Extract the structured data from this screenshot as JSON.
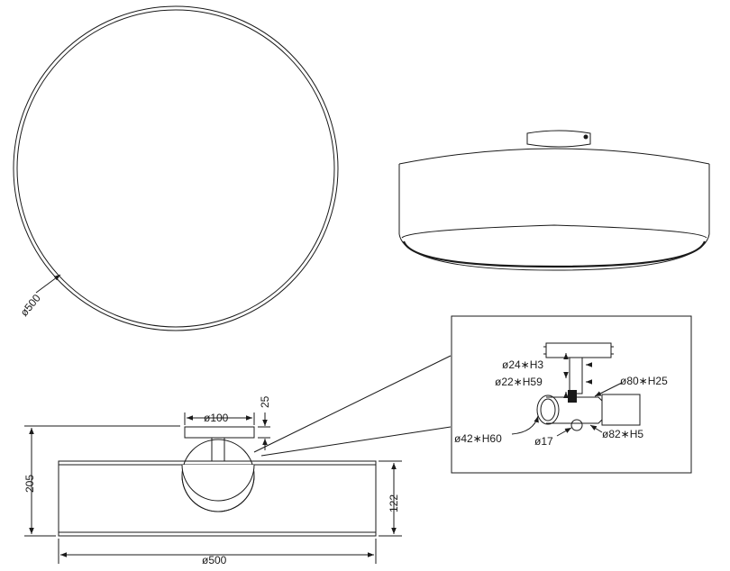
{
  "dimensions": {
    "top_view_diameter": "ø500",
    "canopy_diameter": "ø100",
    "canopy_height": "25",
    "total_height": "205",
    "shade_height": "122",
    "shade_diameter": "ø500"
  },
  "detail": {
    "mount_plate": "ø24∗H3",
    "rod": "ø22∗H59",
    "socket_ring": "ø80∗H25",
    "socket_body": "ø42∗H60",
    "knob": "ø17",
    "flange": "ø82∗H5"
  }
}
